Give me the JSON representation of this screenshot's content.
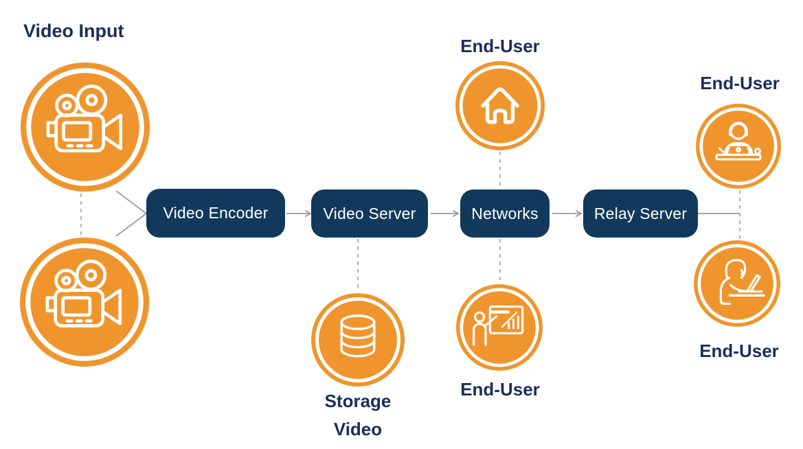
{
  "colors": {
    "orange": "#F0952D",
    "box_navy": "#12395C",
    "label_navy": "#1A2E5A",
    "connector_grey": "#9B9B9B",
    "icon_white": "#FFFFFF"
  },
  "flow_boxes": {
    "encoder": "Video Encoder",
    "server": "Video Server",
    "networks": "Networks",
    "relay": "Relay Server"
  },
  "labels": {
    "video_input": "Video Input",
    "end_user_top": "End-User",
    "end_user_right_top": "End-User",
    "end_user_bottom": "End-User",
    "end_user_right_bottom": "End-User",
    "storage_line1": "Storage",
    "storage_line2": "Video"
  },
  "icons": {
    "camera_top": "video-camera-icon",
    "camera_bottom": "video-camera-icon",
    "house": "home-icon",
    "storage": "database-icon",
    "presentation": "presentation-chart-icon",
    "end_user_right_top": "user-laptop-headset-icon",
    "end_user_right_bottom": "user-laptop-icon"
  }
}
